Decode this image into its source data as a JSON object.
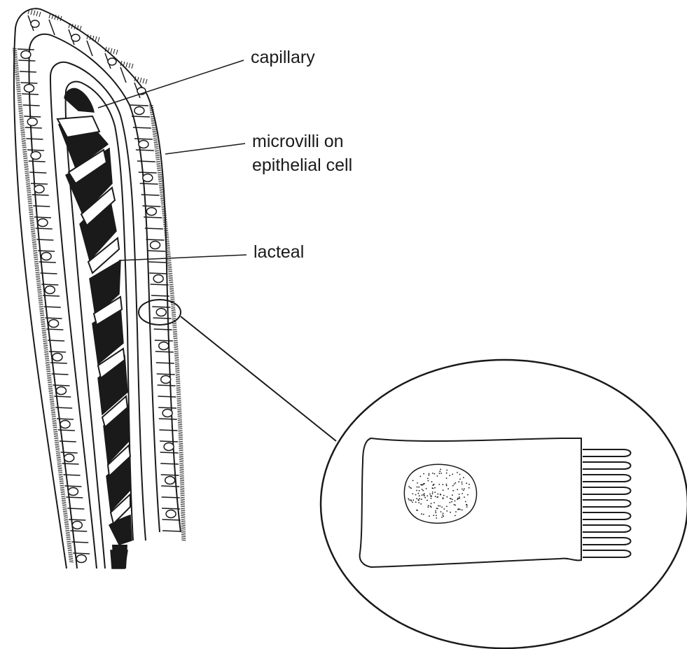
{
  "labels": {
    "capillary": "capillary",
    "microvilli_line1": "microvilli on",
    "microvilli_line2": "epithelial cell",
    "lacteal": "lacteal"
  },
  "colors": {
    "ink": "#1a1a1a",
    "background": "#ffffff"
  }
}
